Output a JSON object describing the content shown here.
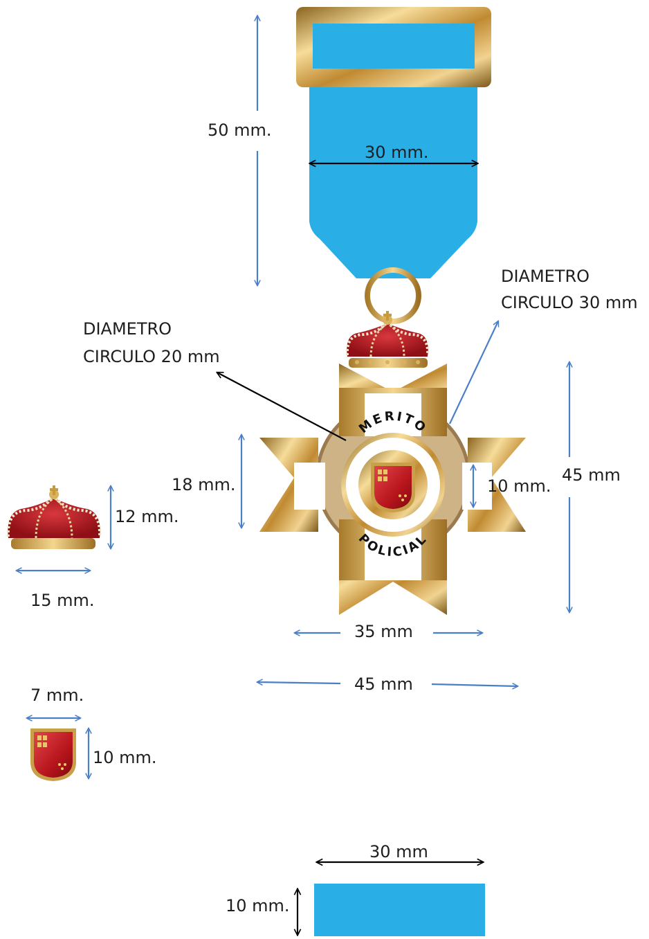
{
  "annotations": {
    "ribbon_height": "50 mm.",
    "ribbon_width": "30 mm.",
    "diam30_line1": "DIAMETRO",
    "diam30_line2": "CIRCULO 30 mm",
    "diam20_line1": "DIAMETRO",
    "diam20_line2": "CIRCULO 20 mm",
    "arm_height": "18 mm.",
    "shield_height": "10 mm.",
    "cross_height": "45 mm",
    "cross_inner_width": "35 mm",
    "cross_outer_width": "45 mm",
    "crown_height": "12 mm.",
    "crown_width": "15 mm.",
    "small_shield_width": "7 mm.",
    "small_shield_height": "10 mm.",
    "bar_width": "30 mm",
    "bar_height": "10 mm."
  },
  "medal": {
    "text_top": "MERITO",
    "text_bottom": "POLICIAL"
  },
  "colors": {
    "ribbon": "#29aee6",
    "gold": "#d4a74e",
    "dimension_arrow": "#4a7fc8",
    "pointer_arrow": "#000000",
    "shield_red": "#c4242b"
  }
}
